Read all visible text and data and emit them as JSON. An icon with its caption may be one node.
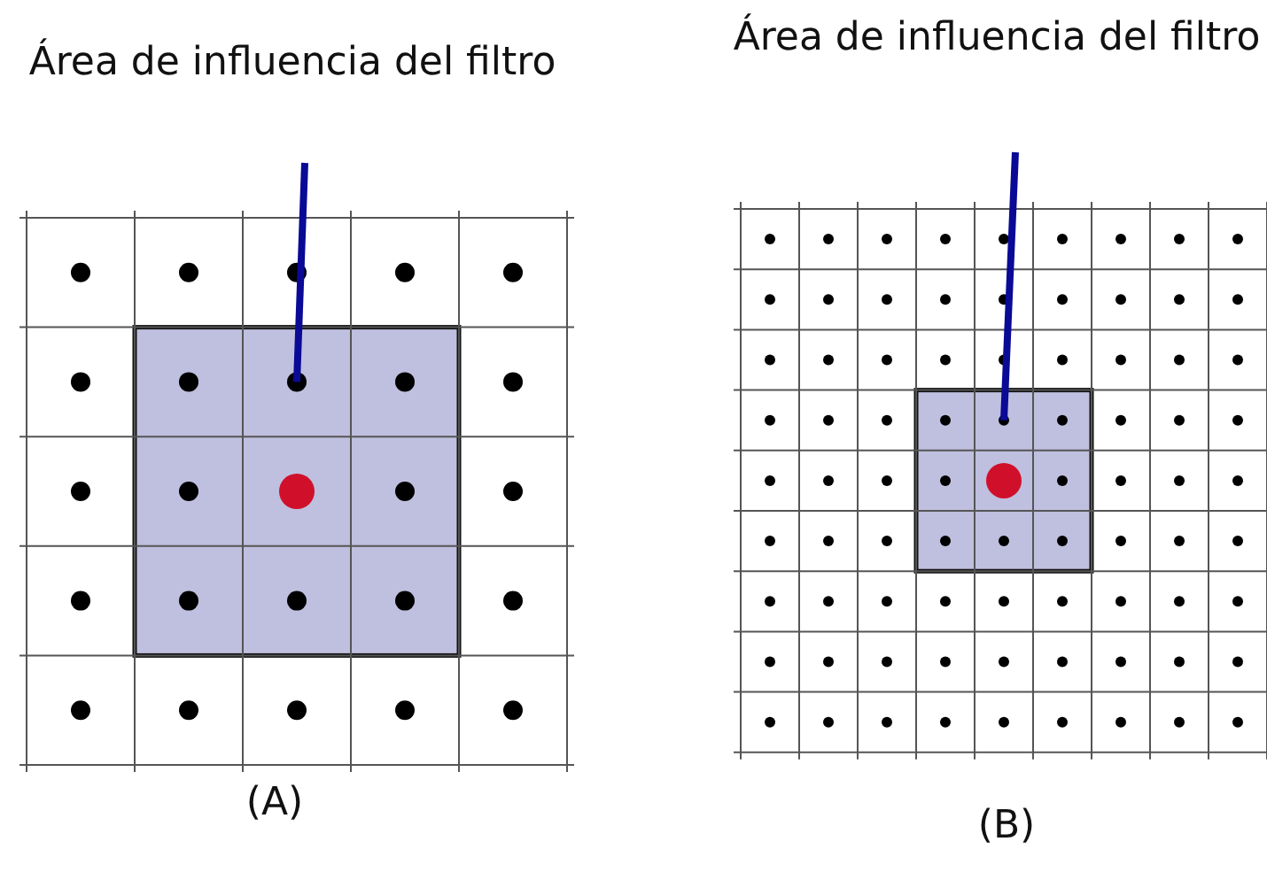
{
  "diagram": {
    "nodes": [
      {
        "text": [
          "Área de influencia del filtro"
        ]
      },
      {
        "text": [],
        "shape": "box"
      },
      {
        "text": [
          "Área de influencia del filtro"
        ]
      },
      {
        "text": [],
        "shape": "box"
      }
    ],
    "edges": [
      {
        "from": 0,
        "to": 1,
        "arrow": "none"
      },
      {
        "from": 2,
        "to": 3,
        "arrow": "none"
      }
    ],
    "labels": [
      "(A)",
      "(B)"
    ]
  }
}
